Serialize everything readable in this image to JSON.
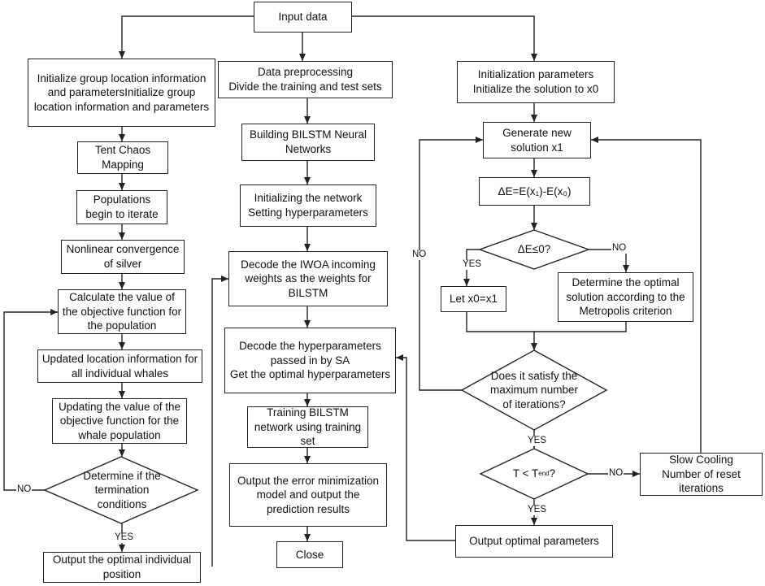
{
  "boxes": {
    "input_data": "Input data",
    "init_group": "Initialize group location information and parametersInitialize group location information and parameters",
    "tent_chaos": "Tent Chaos Mapping",
    "populations_iterate": "Populations begin to iterate",
    "nonlinear_convergence": "Nonlinear convergence of silver",
    "calc_objective": "Calculate the value of the objective function for the population",
    "update_location": "Updated location information for all individual whales",
    "update_objective": "Updating the value of the objective function for the whale population",
    "output_optimal_position": "Output the optimal individual position",
    "data_preprocessing": "Data preprocessing\nDivide the training and test sets",
    "build_bilstm": "Building BILSTM Neural Networks",
    "init_network": "Initializing the network Setting hyperparameters",
    "decode_iwoa": "Decode the IWOA incoming weights as the weights for BILSTM",
    "decode_sa": "Decode the hyperparameters passed in by SA\nGet the optimal hyperparameters",
    "train_bilstm": "Training BILSTM network using training set",
    "output_error_model": "Output the error minimization model and output the prediction results",
    "close": "Close",
    "init_params": "Initialization parameters\nInitialize the solution to x0",
    "generate_solution": "Generate new solution x1",
    "delta_e": "ΔE=E(x₁)-E(x₀)",
    "let_x0": "Let x0=x1",
    "metropolis": "Determine the optimal solution according to the Metropolis criterion",
    "slow_cooling": "Slow Cooling\nNumber of reset iterations",
    "output_optimal_params": "Output optimal parameters"
  },
  "decisions": {
    "termination": "Determine if the termination conditions",
    "delta_check": "ΔE≤0?",
    "max_iterations": "Does it satisfy the maximum number of iterations?",
    "t_check_prefix": "T < T",
    "t_check_sub": "end",
    "t_check_suffix": "?"
  },
  "edge_labels": {
    "no_termination": "NO",
    "yes_termination": "YES",
    "yes_delta": "YES",
    "no_delta": "NO",
    "no_iterations": "NO",
    "yes_iterations": "YES",
    "no_temperature": "NO",
    "yes_temperature": "YES"
  }
}
